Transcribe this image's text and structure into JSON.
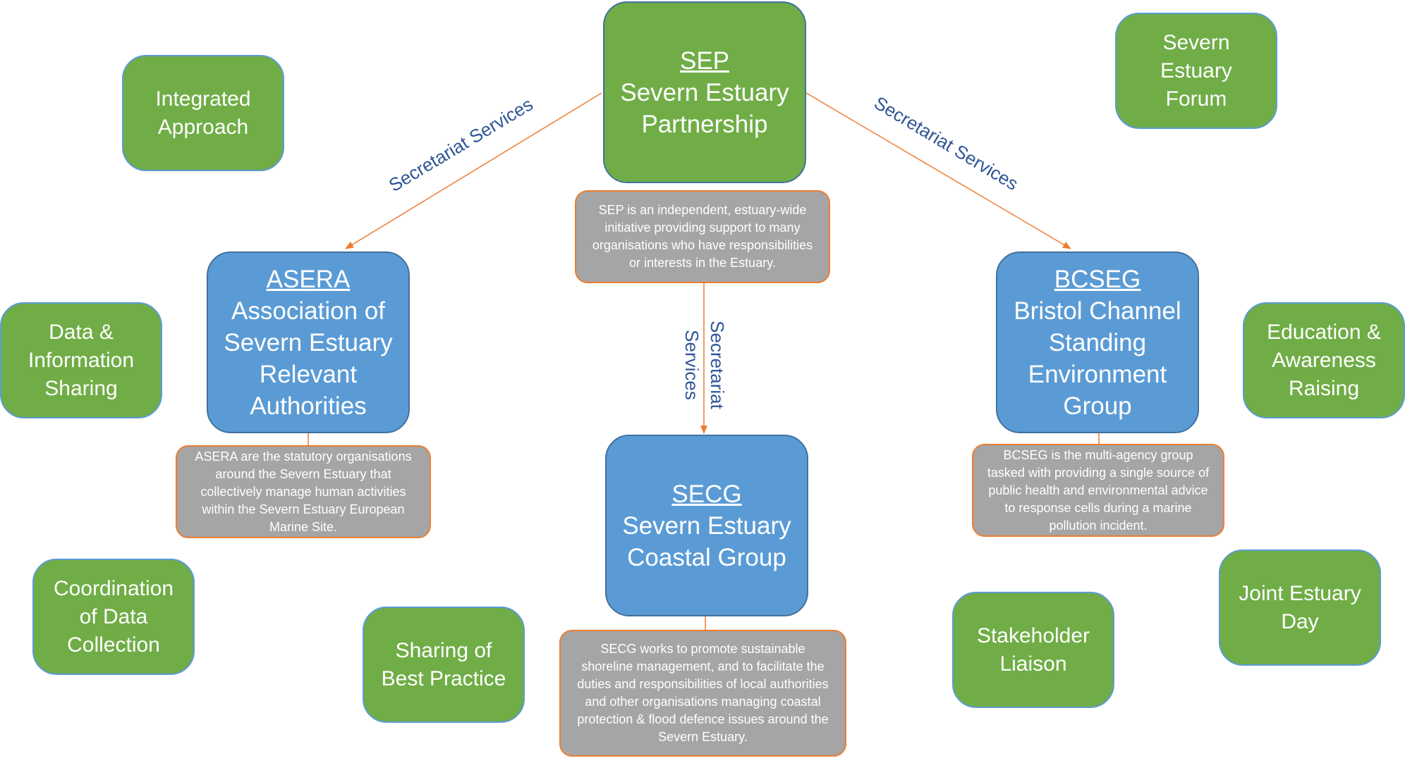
{
  "colors": {
    "green": "#70ad47",
    "blue": "#5b9bd5",
    "grey": "#a5a5a5",
    "orange": "#ed7d31",
    "label": "#2f5597"
  },
  "sep": {
    "abbr": "SEP",
    "line1": "Severn Estuary",
    "line2": "Partnership"
  },
  "sep_note": "SEP is an independent, estuary-wide initiative providing support to many organisations who have responsibilities or interests in the Estuary.",
  "asera": {
    "abbr": "ASERA",
    "line1": "Association of",
    "line2": "Severn Estuary",
    "line3": "Relevant",
    "line4": "Authorities"
  },
  "asera_note": "ASERA  are the statutory organisations around the Severn Estuary that collectively manage human activities within the Severn Estuary European Marine Site.",
  "bcseg": {
    "abbr": "BCSEG",
    "line1": "Bristol Channel",
    "line2": "Standing",
    "line3": "Environment",
    "line4": "Group"
  },
  "bcseg_note": "BCSEG is the multi-agency group tasked with providing a single source of public health and environmental advice to response cells during a marine pollution incident.",
  "secg": {
    "abbr": "SECG",
    "line1": "Severn Estuary",
    "line2": "Coastal Group"
  },
  "secg_note": "SECG works to promote sustainable shoreline management, and to facilitate the duties and responsibilities of local authorities and other organisations managing coastal protection & flood defence issues around the Severn Estuary.",
  "links": {
    "left_label": "Secretariat Services",
    "right_label": "Secretariat Services",
    "center_label_1": "Secretariat",
    "center_label_2": "Services"
  },
  "themes": {
    "integrated": [
      "Integrated",
      "Approach"
    ],
    "forum": [
      "Severn",
      "Estuary",
      "Forum"
    ],
    "data_sharing": [
      "Data &",
      "Information",
      "Sharing"
    ],
    "education": [
      "Education &",
      "Awareness",
      "Raising"
    ],
    "coordination": [
      "Coordination",
      "of Data",
      "Collection"
    ],
    "best_practice": [
      "Sharing of",
      "Best Practice"
    ],
    "stakeholder": [
      "Stakeholder",
      "Liaison"
    ],
    "joint_day": [
      "Joint Estuary",
      "Day"
    ]
  }
}
